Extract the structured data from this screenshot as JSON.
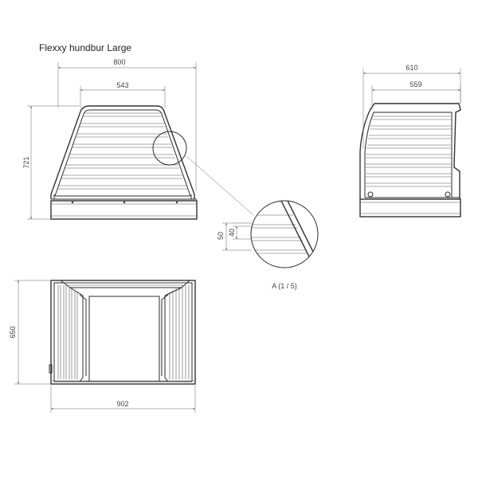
{
  "title": "Flexxy hundbur Large",
  "detail_label": "A (1 / 5)",
  "dimensions": {
    "front_total_width": "800",
    "front_top_width": "543",
    "front_height": "721",
    "side_total_depth": "610",
    "side_inner_depth": "559",
    "detail_height_outer": "50",
    "detail_height_inner": "40",
    "top_depth": "650",
    "top_width": "902"
  }
}
